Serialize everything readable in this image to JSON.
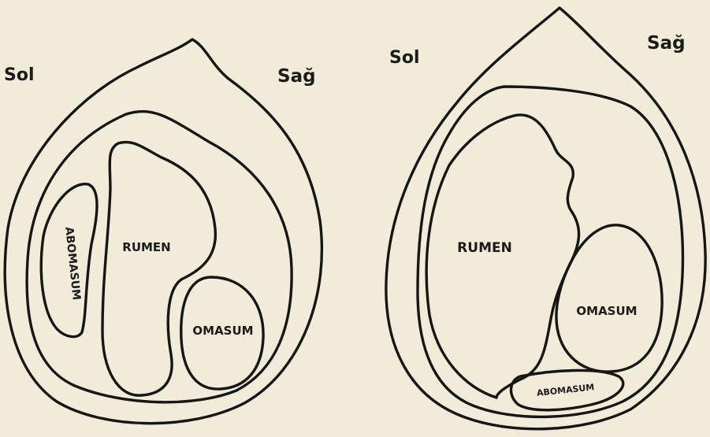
{
  "diagrams": [
    {
      "side_left": "Sol",
      "side_right": "Sağ",
      "labels": {
        "rumen": "RUMEN",
        "omasum": "OMASUM",
        "abomasum": "ABOMASUM"
      }
    },
    {
      "side_left": "Sol",
      "side_right": "Sağ",
      "labels": {
        "rumen": "RUMEN",
        "omasum": "OMASUM",
        "abomasum": "ABOMASUM"
      }
    }
  ],
  "colors": {
    "ink": "#161616",
    "paper": "#f1ecd9"
  }
}
